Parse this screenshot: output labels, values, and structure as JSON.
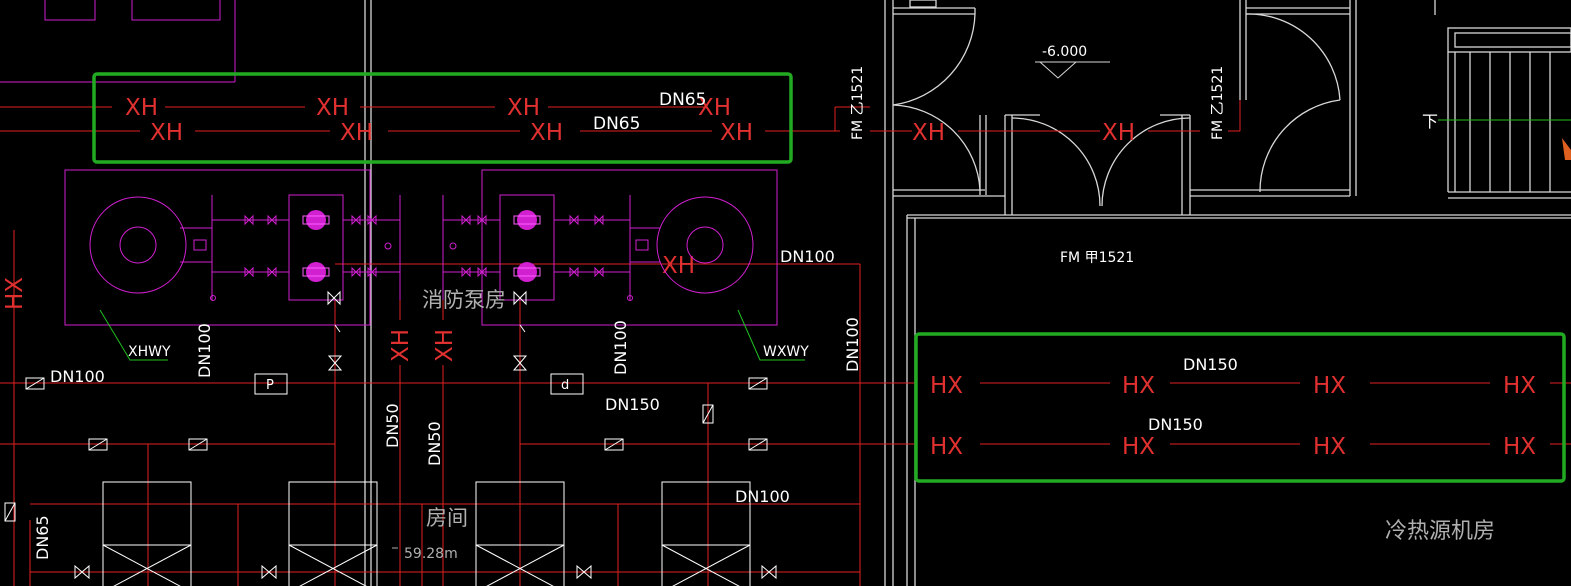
{
  "colors": {
    "background": "#000000",
    "pipe_red": "#e02020",
    "text_red": "#e03030",
    "wall_white": "#d8d8d8",
    "equipment_magenta": "#d020d0",
    "highlight_green": "#22aa22",
    "leader_green": "#20c020",
    "text_white": "#ffffff",
    "text_gray": "#b0b0b0"
  },
  "labels": {
    "xh": "XH",
    "hx": "HX",
    "dn65": "DN65",
    "dn100": "DN100",
    "dn150": "DN150",
    "dn50": "DN50",
    "elevation": "-6.000",
    "door_fm_yi": "FM 乙1521",
    "door_fm_jia": "FM 甲1521",
    "pump_room": "消防泵房",
    "room_suffix": "房间",
    "area": "59.28m",
    "heat_room": "冷热源机房",
    "xhwy": "XHWY",
    "wxwy": "WXWY",
    "pressure_p": "P",
    "pressure_d": "d",
    "stair_down": "下"
  },
  "icons": {
    "valve": "gate-valve-icon",
    "pump": "pump-icon",
    "tank": "pressure-tank-icon",
    "check_valve": "check-valve-icon"
  }
}
